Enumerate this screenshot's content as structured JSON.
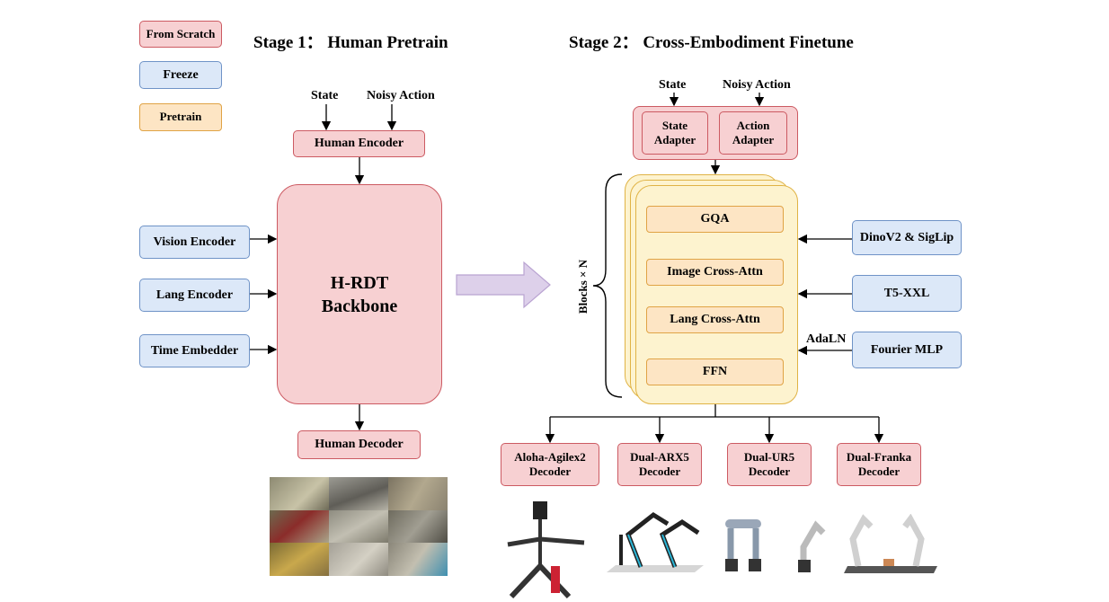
{
  "legend": {
    "from_scratch": "From Scratch",
    "freeze": "Freeze",
    "pretrain": "Pretrain"
  },
  "stage1": {
    "title": "Stage 1： Human Pretrain",
    "state": "State",
    "noisy_action": "Noisy Action",
    "human_encoder": "Human Encoder",
    "vision_encoder": "Vision Encoder",
    "lang_encoder": "Lang Encoder",
    "time_embedder": "Time Embedder",
    "backbone_line1": "H-RDT",
    "backbone_line2": "Backbone",
    "human_decoder": "Human Decoder"
  },
  "stage2": {
    "title": "Stage 2： Cross-Embodiment  Finetune",
    "state": "State",
    "noisy_action": "Noisy Action",
    "state_adapter_l1": "State",
    "state_adapter_l2": "Adapter",
    "action_adapter_l1": "Action",
    "action_adapter_l2": "Adapter",
    "blocks_label": "Blocks × N",
    "gqa": "GQA",
    "image_cross_attn": "Image Cross-Attn",
    "lang_cross_attn": "Lang Cross-Attn",
    "ffn": "FFN",
    "dinov2_siglip": "DinoV2 & SigLip",
    "t5_xxl": "T5-XXL",
    "fourier_mlp": "Fourier MLP",
    "adaln": "AdaLN",
    "decoders": [
      {
        "l1": "Aloha-Agilex2",
        "l2": "Decoder"
      },
      {
        "l1": "Dual-ARX5",
        "l2": "Decoder"
      },
      {
        "l1": "Dual-UR5",
        "l2": "Decoder"
      },
      {
        "l1": "Dual-Franka",
        "l2": "Decoder"
      }
    ]
  },
  "colors": {
    "from_scratch_fill": "#f7d0d2",
    "freeze_fill": "#dce8f8",
    "pretrain_fill": "#fde5c4",
    "block_stack_fill": "#fdf3cf",
    "arrow_fill": "#ddd0ea"
  }
}
